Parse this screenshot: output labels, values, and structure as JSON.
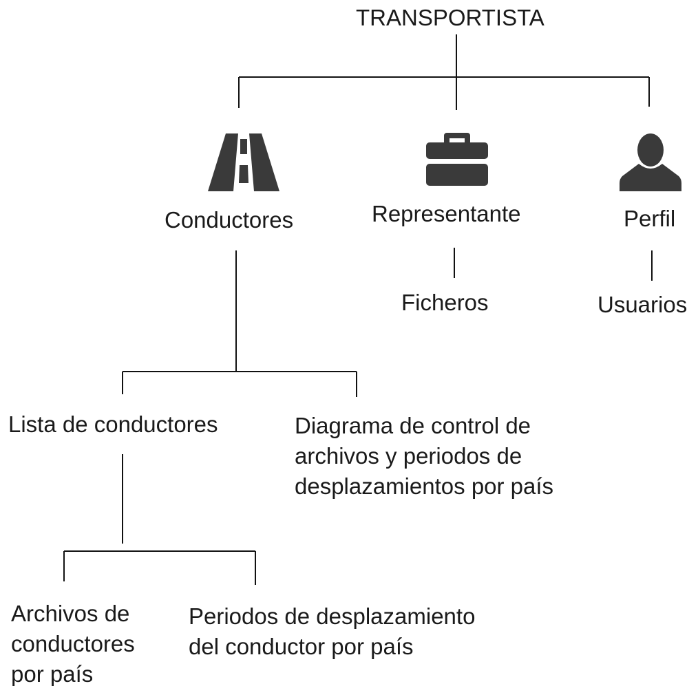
{
  "diagram": {
    "root": {
      "label": "TRANSPORTISTA"
    },
    "branches": {
      "conductores": {
        "label": "Conductores",
        "icon": "road-icon",
        "children": {
          "lista": {
            "label": "Lista de conductores",
            "children": {
              "archivos": {
                "label": "Archivos de\nconductores\npor país"
              },
              "periodos": {
                "label": "Periodos de desplazamiento\ndel conductor por país"
              }
            }
          },
          "diagrama": {
            "label": "Diagrama de control de\narchivos y periodos de\ndesplazamientos por país"
          }
        }
      },
      "representante": {
        "label": "Representante",
        "icon": "briefcase-icon",
        "children": {
          "ficheros": {
            "label": "Ficheros"
          }
        }
      },
      "perfil": {
        "label": "Perfil",
        "icon": "user-icon",
        "children": {
          "usuarios": {
            "label": "Usuarios"
          }
        }
      }
    },
    "colors": {
      "line": "#111111",
      "icon": "#3a3a3a",
      "text": "#1a1a1a"
    }
  }
}
